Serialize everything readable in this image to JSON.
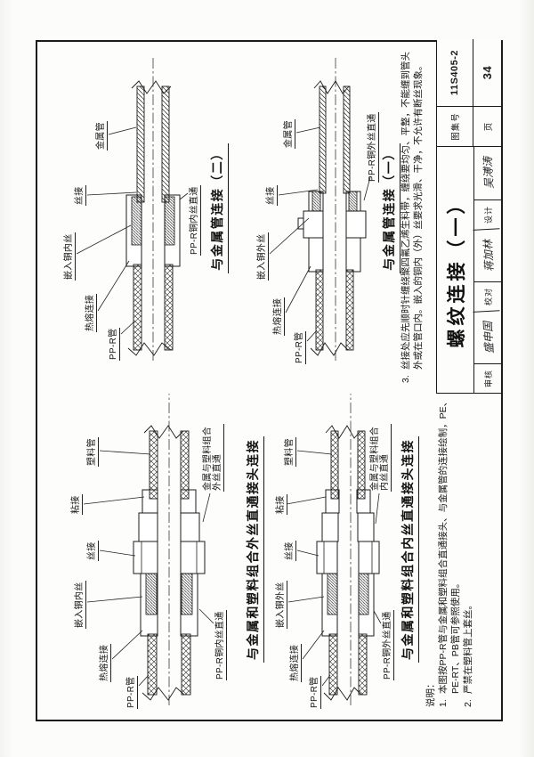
{
  "sheet": {
    "title": "螺纹连接（一）",
    "atlas_label": "图集号",
    "atlas_no": "11S405-2",
    "page_label": "页",
    "page_no": "34",
    "roles": [
      {
        "label": "审核",
        "sig": "盛申国"
      },
      {
        "label": "校对",
        "sig": "蒋加林"
      },
      {
        "label": "设计",
        "sig": "吴溥涛"
      }
    ]
  },
  "notes": {
    "heading": "说明：",
    "items": [
      {
        "no": "1.",
        "text": "本图按PP-R管与金属和塑料组合直通接头、与金属管的连接绘制，PE、PE-RT、PB管可参照使用。"
      },
      {
        "no": "2.",
        "text": "严禁在塑料管上套丝。"
      },
      {
        "no": "3.",
        "text": "丝接处应先顺时针缠绕聚四氟乙烯生料带，缠绕要均匀、平整，不能缠到管头外或在管口内。嵌入的铜内（外）丝要求光滑、干净，不允许有断丝现象。"
      }
    ]
  },
  "diagrams": [
    {
      "title": "与金属和塑料组合外丝直通接头连接",
      "labels": {
        "ppr_pipe": "PP-R管",
        "fusion": "热熔连接",
        "insert": "嵌入铜内丝",
        "thread": "丝接",
        "solvent": "粘接",
        "plastic_pipe": "塑料管",
        "ppr_fitting": "PP-R铜内丝直通",
        "combo_fitting": "金属与塑料组合外丝直通"
      }
    },
    {
      "title": "与金属管连接（二）",
      "labels": {
        "ppr_pipe": "PP-R管",
        "fusion": "热熔连接",
        "insert": "嵌入铜内丝",
        "thread": "丝接",
        "metal_pipe": "金属管",
        "ppr_fitting": "PP-R铜内丝直通"
      }
    },
    {
      "title": "与金属和塑料组合内丝直通接头连接",
      "labels": {
        "ppr_pipe": "PP-R管",
        "fusion": "热熔连接",
        "insert": "嵌入铜外丝",
        "thread": "丝接",
        "solvent": "粘接",
        "plastic_pipe": "塑料管",
        "ppr_fitting": "PP-R铜外丝直通",
        "combo_fitting": "金属与塑料组合内丝直通"
      }
    },
    {
      "title": "与金属管连接（一）",
      "labels": {
        "ppr_pipe": "PP-R管",
        "fusion": "热熔连接",
        "insert": "嵌入铜外丝",
        "thread": "丝接",
        "metal_pipe": "金属管",
        "ppr_fitting": "PP-R铜外丝直通"
      }
    }
  ]
}
